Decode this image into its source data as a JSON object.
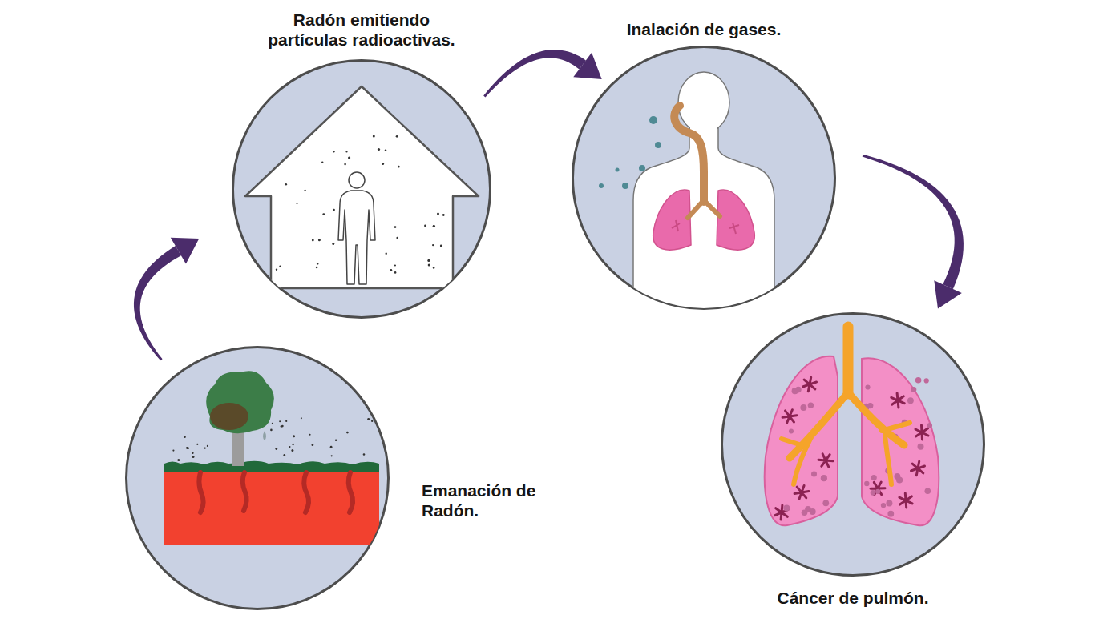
{
  "diagram": {
    "nodes": [
      {
        "text": [
          "Emanación de Radón."
        ]
      },
      {
        "text": [
          "Radón emitiendo partículas radioactivas."
        ]
      },
      {
        "text": [
          "Inalación de gases."
        ]
      },
      {
        "text": [
          "Cáncer de pulmón."
        ]
      }
    ],
    "edges": [
      {
        "from": 0,
        "to": 1,
        "arrow": "to"
      },
      {
        "from": 1,
        "to": 2,
        "arrow": "to"
      },
      {
        "from": 2,
        "to": 3,
        "arrow": "to"
      }
    ]
  }
}
